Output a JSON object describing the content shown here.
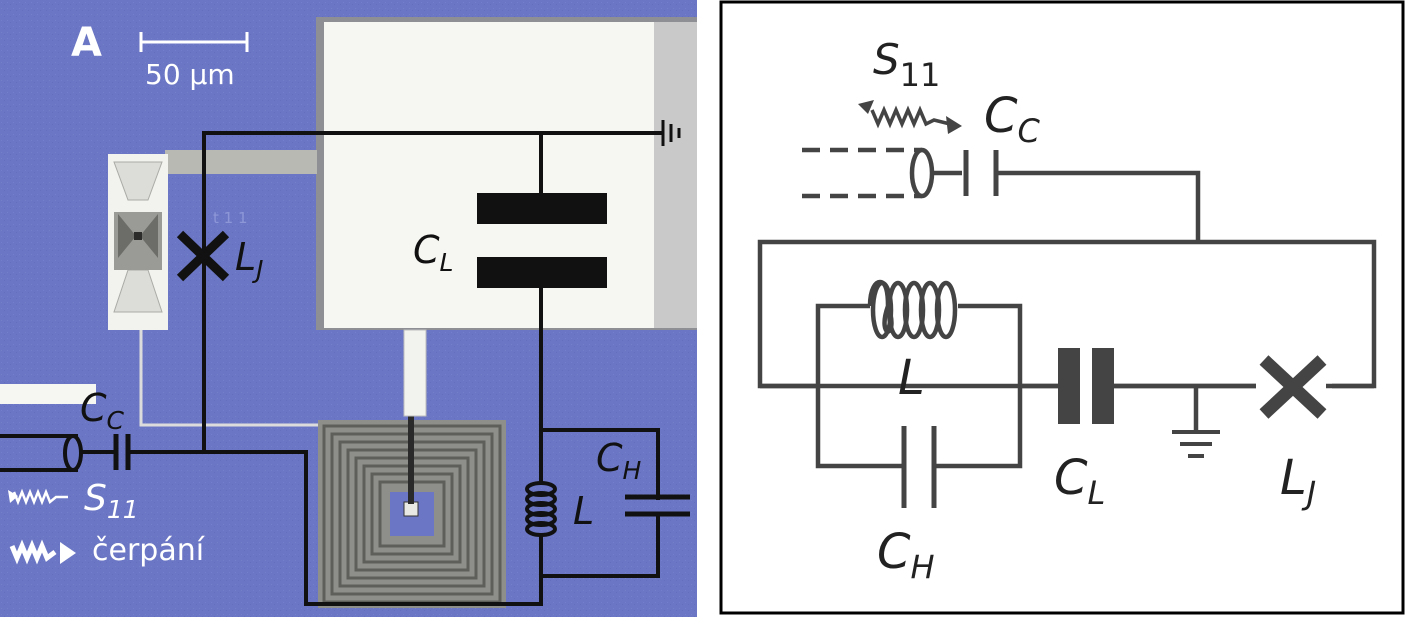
{
  "panel_a": {
    "label": "A",
    "scale_bar": "50 µm",
    "labels": {
      "lj": "L",
      "lj_sub": "J",
      "cl": "C",
      "cl_sub": "L",
      "cc": "C",
      "cc_sub": "C",
      "ch": "C",
      "ch_sub": "H",
      "l": "L",
      "s11": "S",
      "s11_sub": "11",
      "pump": "čerpání",
      "chip_text": "t 1 1"
    }
  },
  "panel_b": {
    "labels": {
      "s11": "S",
      "s11_sub": "11",
      "cc": "C",
      "cc_sub": "C",
      "l": "L",
      "ch": "C",
      "ch_sub": "H",
      "cl": "C",
      "cl_sub": "L",
      "lj": "L",
      "lj_sub": "J"
    }
  },
  "colors": {
    "substrate_blue": "#6b77c4",
    "metal": "#f4f4f0",
    "wire_dark": "#111111",
    "schematic_gray": "#3f3f3f"
  }
}
